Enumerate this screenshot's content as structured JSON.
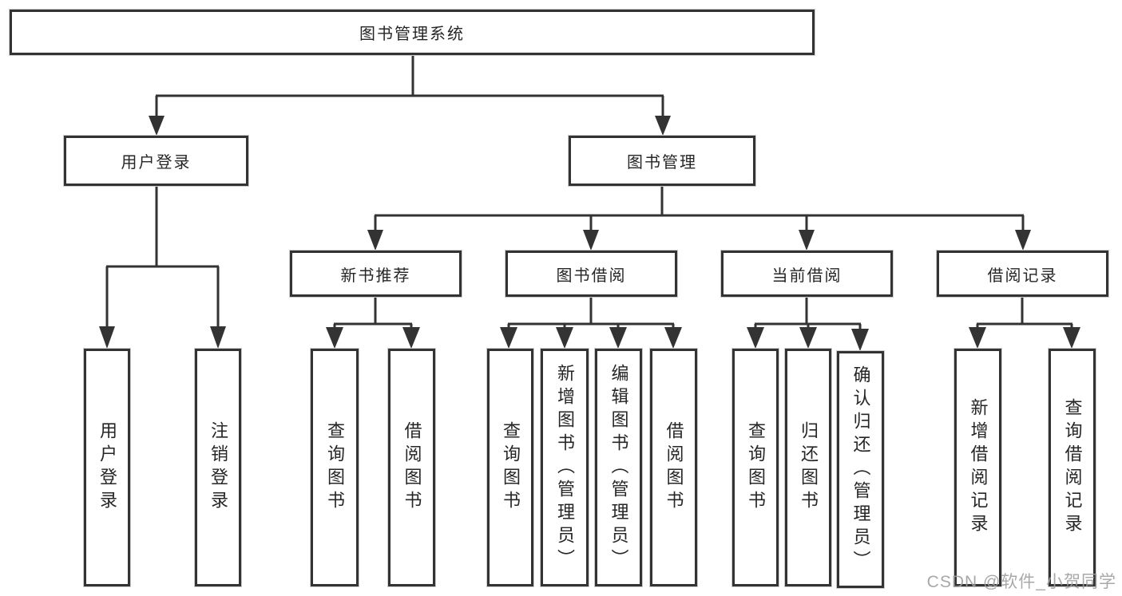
{
  "diagram": {
    "root": {
      "label": "图书管理系统"
    },
    "user_login": {
      "label": "用户登录",
      "children": [
        {
          "label": "用户登录"
        },
        {
          "label": "注销登录"
        }
      ]
    },
    "book_management": {
      "label": "图书管理",
      "sections": [
        {
          "label": "新书推荐",
          "children": [
            {
              "label": "查询图书"
            },
            {
              "label": "借阅图书"
            }
          ]
        },
        {
          "label": "图书借阅",
          "children": [
            {
              "label": "查询图书"
            },
            {
              "label": "新增图书（管理员）"
            },
            {
              "label": "编辑图书（管理员）"
            },
            {
              "label": "借阅图书"
            }
          ]
        },
        {
          "label": "当前借阅",
          "children": [
            {
              "label": "查询图书"
            },
            {
              "label": "归还图书"
            },
            {
              "label": "确认归还（管理员）"
            }
          ]
        },
        {
          "label": "借阅记录",
          "children": [
            {
              "label": "新增借阅记录"
            },
            {
              "label": "查询借阅记录"
            }
          ]
        }
      ]
    }
  },
  "watermark": {
    "text": "CSDN @软件_小贺同学"
  },
  "colors": {
    "line": "#333333",
    "box_border": "#333333",
    "text": "#262626",
    "watermark": "#9e9e9e",
    "background": "#ffffff"
  }
}
